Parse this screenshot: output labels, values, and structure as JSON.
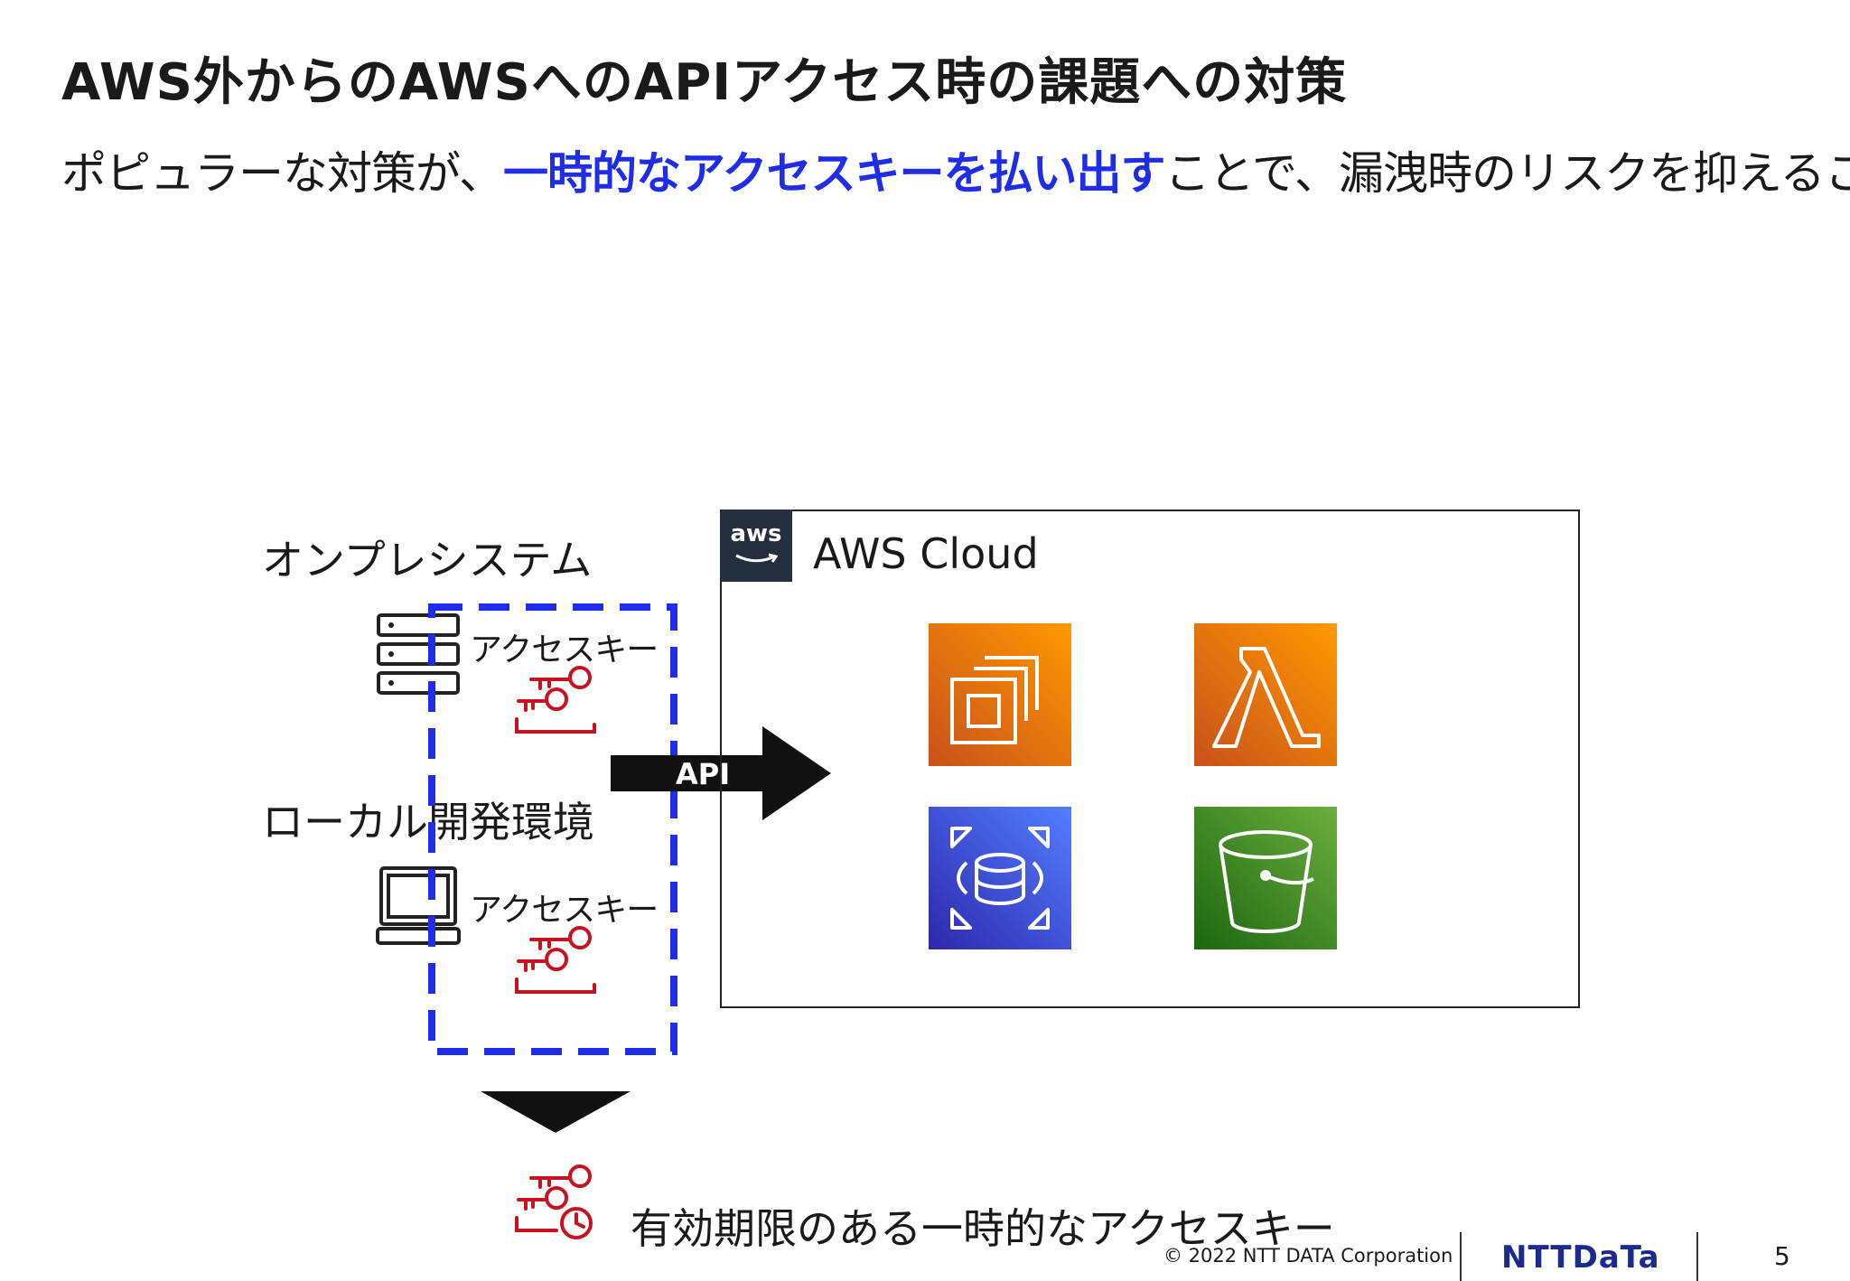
{
  "header": {
    "title": "AWS外からのAWSへのAPIアクセス時の課題への対策",
    "subtitle_before": "ポピュラーな対策が、",
    "subtitle_highlight": "一時的なアクセスキーを払い出す",
    "subtitle_after": "ことで、漏洩時のリスクを抑えること"
  },
  "diagram": {
    "onprem_label": "オンプレシステム",
    "local_label": "ローカル開発環境",
    "access_key_label_1": "アクセスキー",
    "access_key_label_2": "アクセスキー",
    "api_label": "API",
    "cloud_label": "AWS Cloud",
    "aws_logo_text": "aws",
    "result_label": "有効期限のある一時的なアクセスキー",
    "highlight_color": "#1f2de8",
    "key_icon_color": "#c7131f"
  },
  "footer": {
    "copyright": "© 2022 NTT DATA Corporation",
    "logo": "NTTDaTa",
    "page_number": "5"
  }
}
